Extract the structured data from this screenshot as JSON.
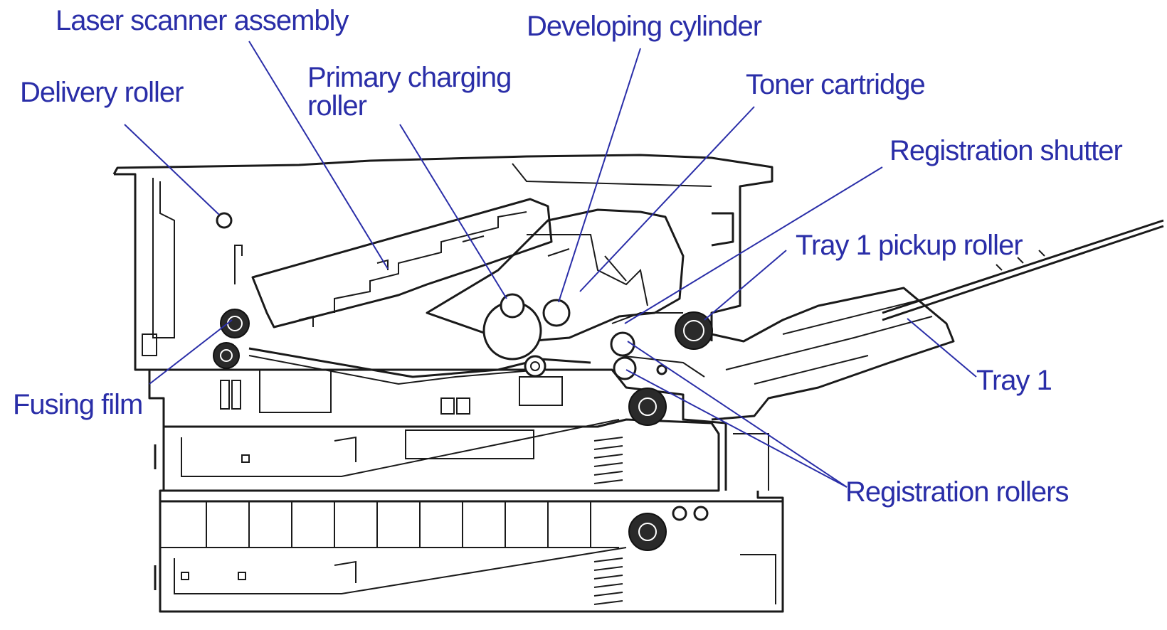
{
  "colors": {
    "label": "#2a2ea8",
    "leader": "#2a2ea8",
    "drawing": "#1a1a1a",
    "background": "#ffffff"
  },
  "labels": {
    "laser_scanner_assembly": "Laser scanner assembly",
    "developing_cylinder": "Developing cylinder",
    "primary_charging_roller_line1": "Primary charging",
    "primary_charging_roller_line2": "roller",
    "delivery_roller": "Delivery roller",
    "toner_cartridge": "Toner cartridge",
    "registration_shutter": "Registration shutter",
    "tray1_pickup_roller": "Tray 1 pickup roller",
    "tray1": "Tray 1",
    "fusing_film": "Fusing film",
    "registration_rollers": "Registration rollers"
  }
}
